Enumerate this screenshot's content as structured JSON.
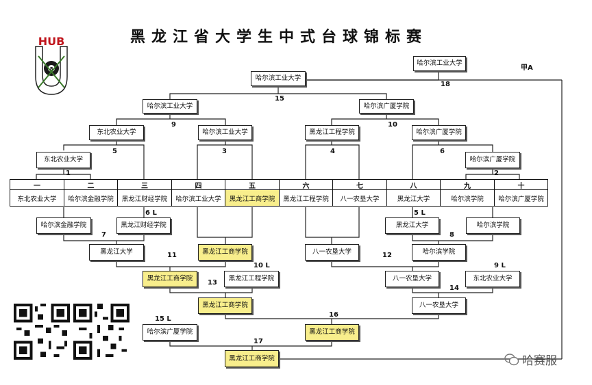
{
  "title": "黑龙江省大学生中式台球锦标赛",
  "logo": {
    "text": "HUB"
  },
  "champion_label": "甲A",
  "watermark": "哈赛服",
  "colors": {
    "highlight": "#f8ee8c",
    "line": "#222222"
  },
  "columns": [
    {
      "num": "一",
      "team": "东北农业大学",
      "hl": false
    },
    {
      "num": "二",
      "team": "哈尔滨金融学院",
      "hl": false
    },
    {
      "num": "三",
      "team": "黑龙江财经学院",
      "hl": false
    },
    {
      "num": "四",
      "team": "哈尔滨工业大学",
      "hl": false
    },
    {
      "num": "五",
      "team": "黑龙江工商学院",
      "hl": true
    },
    {
      "num": "六",
      "team": "黑龙江工程学院",
      "hl": false
    },
    {
      "num": "七",
      "team": "八一农垦大学",
      "hl": false
    },
    {
      "num": "八",
      "team": "黑龙江大学",
      "hl": false
    },
    {
      "num": "九",
      "team": "哈尔滨学院",
      "hl": false
    },
    {
      "num": "十",
      "team": "哈尔滨广厦学院",
      "hl": false
    }
  ],
  "boxes": {
    "final": "哈尔滨工业大学",
    "m18": "哈尔滨工业大学",
    "m15l": "哈尔滨工业大学",
    "m15r": "哈尔滨广厦学院",
    "m9l": "东北农业大学",
    "m9r": "哈尔滨工业大学",
    "m10l": "黑龙江工程学院",
    "m10r": "哈尔滨广厦学院",
    "m5": "东北农业大学",
    "m6": "哈尔滨广厦学院",
    "l1": "哈尔滨金融学院",
    "l2": "黑龙江大学",
    "l3": "黑龙江财经学院",
    "l4": "哈尔滨学院",
    "l5": "黑龙江大学",
    "l6": "黑龙江工商学院",
    "l7": "八一农垦大学",
    "l8": "哈尔滨学院",
    "l9": "黑龙江工商学院",
    "l10": "黑龙江工程学院",
    "l11": "八一农垦大学",
    "l12": "东北农业大学",
    "l13": "黑龙江工商学院",
    "l14": "八一农垦大学",
    "l15": "哈尔滨广厦学院",
    "l16": "黑龙江工商学院",
    "l17": "黑龙江工商学院"
  },
  "labels": {
    "n18": "18",
    "n15": "15",
    "n9": "9",
    "n10": "10",
    "n5": "5",
    "n3": "3",
    "n4": "4",
    "n6": "6",
    "n1": "1",
    "n2": "2",
    "n6l": "6 L",
    "n5l": "5 L",
    "n7": "7",
    "n8": "8",
    "n11": "11",
    "n12": "12",
    "n10l": "10 L",
    "n9l": "9 L",
    "n13": "13",
    "n14": "14",
    "n15l": "15 L",
    "n16": "16",
    "n17": "17"
  }
}
